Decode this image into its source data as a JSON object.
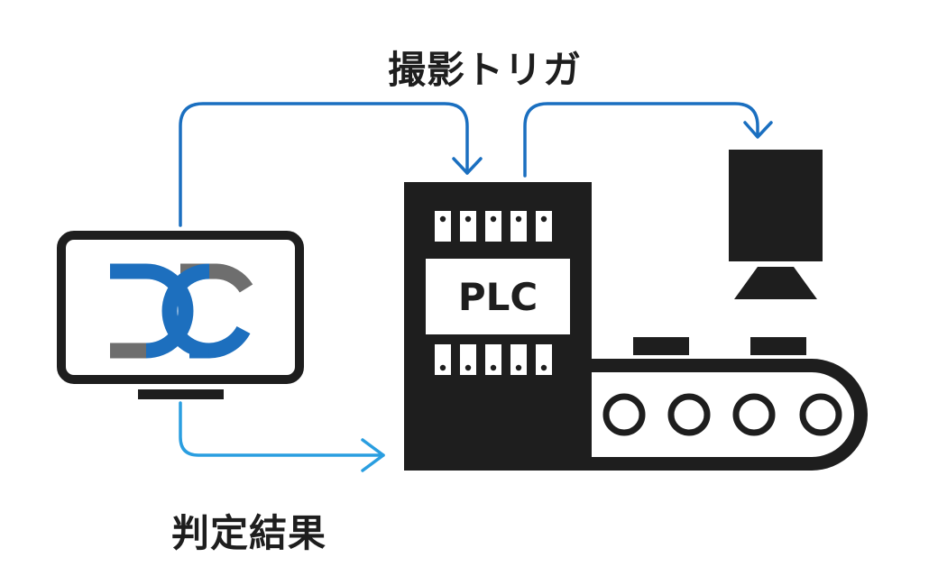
{
  "labels": {
    "trigger": "撮影トリガ",
    "result": "判定結果",
    "plc": "PLC"
  },
  "icons": {
    "monitor": "monitor-icon",
    "logo": "dc-logo-icon",
    "plc": "plc-cabinet-icon",
    "camera": "camera-icon",
    "conveyor": "conveyor-belt-icon"
  },
  "colors": {
    "trigger_arrow": "#1a6fc0",
    "result_arrow": "#2a9ee0",
    "logo_blue": "#1d6fbe",
    "logo_gray": "#6e6e6e",
    "ink": "#1e1e1e"
  }
}
